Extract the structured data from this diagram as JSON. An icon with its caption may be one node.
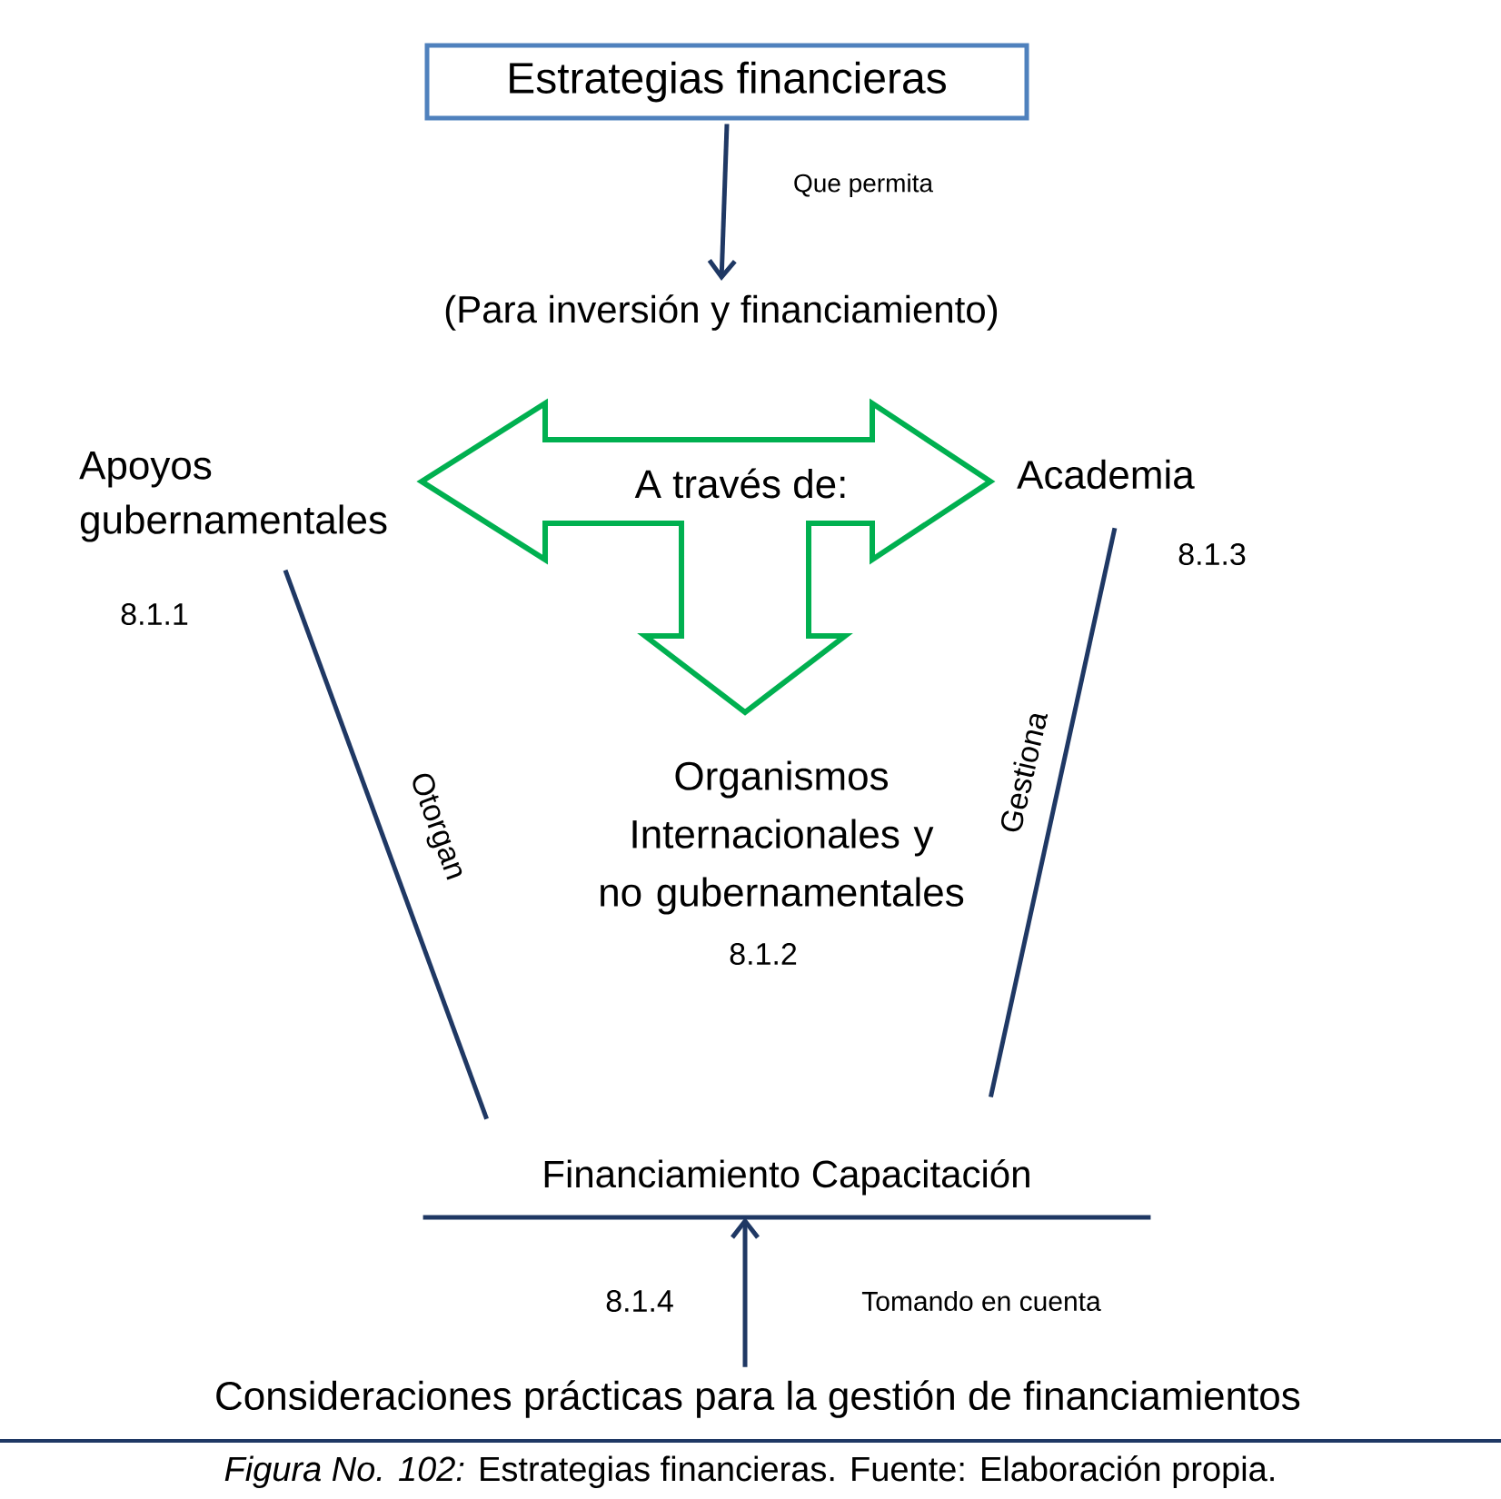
{
  "diagram": {
    "caption": "*Figura No. 102:* Estrategias financieras.  Fuente: Elaboración propia.",
    "nodes": [
      {
        "text": [
          "Estrategias financieras"
        ]
      },
      {
        "text": [
          "(Para inversión y financiamiento)"
        ]
      },
      {
        "text": [
          "Apoyos gubernamentales"
        ],
        "beside": [
          "8.1.1"
        ]
      },
      {
        "text": [
          "A través de:"
        ]
      },
      {
        "text": [
          "Academia"
        ],
        "beside": [
          "8.1.3"
        ]
      },
      {
        "text": [
          "Organismos Internacionales y no gubernamentales"
        ],
        "beside": [
          "8.1.2"
        ]
      },
      {
        "text": [
          "Financiamiento Capacitación"
        ]
      },
      {
        "text": [
          "Consideraciones prácticas para  la gestión de financiamientos"
        ]
      }
    ],
    "edges": [
      {
        "from": 0,
        "to": 1,
        "arrow": "to",
        "label": "Que permita"
      },
      {
        "from": 2,
        "to": 6,
        "arrow": "none",
        "label": "Otorgan"
      },
      {
        "from": 4,
        "to": 6,
        "arrow": "none",
        "label": "Gestiona"
      },
      {
        "from": 7,
        "to": 6,
        "arrow": "to",
        "label": "Tomando en cuenta"
      }
    ],
    "labels": [
      "8.1.4"
    ]
  }
}
